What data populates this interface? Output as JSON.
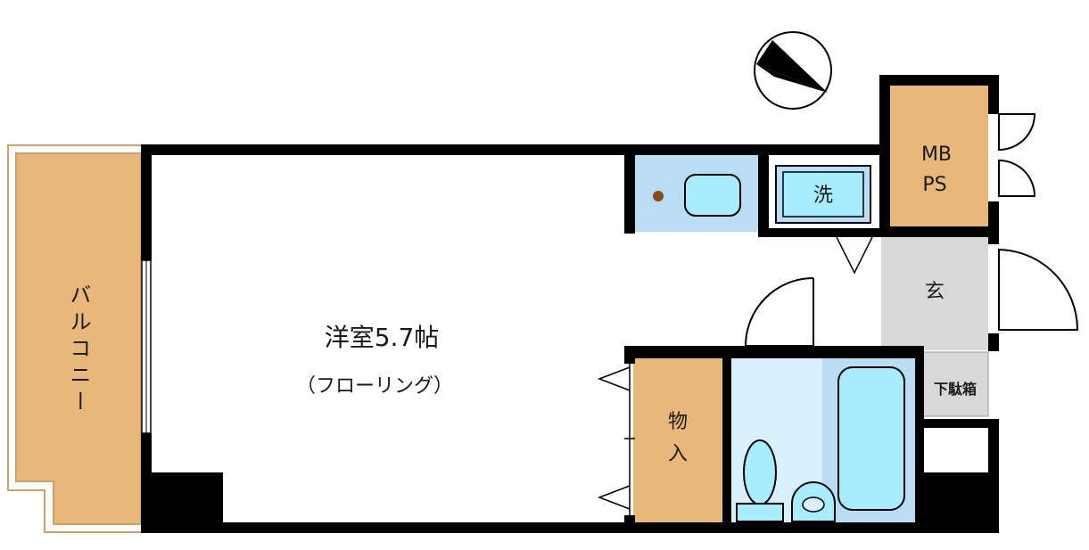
{
  "colors": {
    "wall": "#000000",
    "wood": "#e8b87a",
    "wood_border": "#caa26a",
    "wet_area": "#b8ddf5",
    "fixture": "#a8ecff",
    "bath_floor": "#d8f0ff",
    "entrance": "#d8d8d8",
    "floor": "#ffffff"
  },
  "rooms": {
    "western_room": {
      "label": "洋室5.7帖",
      "sublabel": "（フローリング）"
    },
    "balcony": {
      "label": "バルコニー"
    },
    "closet": {
      "label_line1": "物",
      "label_line2": "入"
    },
    "mbps": {
      "label_line1": "MB",
      "label_line2": "PS"
    },
    "entrance": {
      "label": "玄"
    },
    "shoe_box": {
      "label": "下駄箱"
    },
    "washer": {
      "label": "洗"
    }
  },
  "compass": {
    "icon": "north-arrow-icon"
  }
}
